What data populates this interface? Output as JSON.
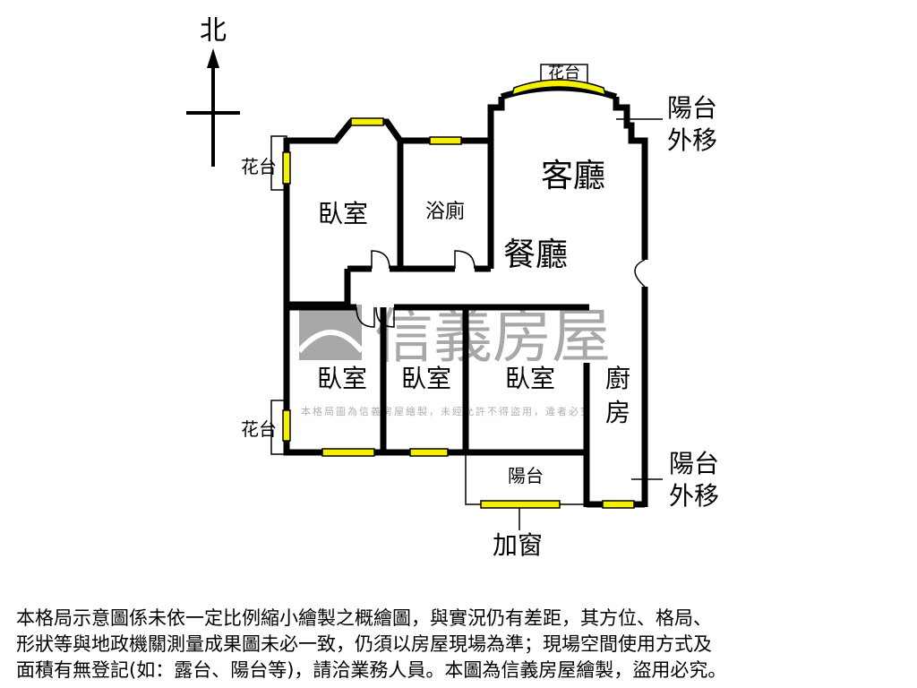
{
  "compass": {
    "north": "北"
  },
  "rooms": {
    "bedroom_1": "臥室",
    "bathroom": "浴廁",
    "living_room": "客廳",
    "dining_room": "餐廳",
    "bedroom_2": "臥室",
    "bedroom_3": "臥室",
    "bedroom_4": "臥室",
    "kitchen_1": "廚",
    "kitchen_2": "房",
    "balcony": "陽台",
    "flower_bed_top": "花台",
    "flower_bed_left_top": "花台",
    "flower_bed_left_bottom": "花台",
    "balcony_moved_top_1": "陽台",
    "balcony_moved_top_2": "外移",
    "balcony_moved_bottom_1": "陽台",
    "balcony_moved_bottom_2": "外移",
    "added_window": "加窗"
  },
  "watermark": {
    "brand": "信義房屋",
    "notice": "本格局圖為信義房屋繪製，未經允許不得盜用，違者必究"
  },
  "disclaimer": [
    "本格局示意圖係未依一定比例縮小繪製之概繪圖，與實況仍有差距，其方位、格局、",
    "形狀等與地政機關測量成果圖未必一致，仍須以房屋現場為準；現場空間使用方式及",
    "面積有無登記(如：露台、陽台等)，請洽業務人員。本圖為信義房屋繪製，盜用必究。"
  ],
  "colors": {
    "wall": "#000000",
    "window": "#f5f000",
    "watermark": "#a8a8a8"
  }
}
